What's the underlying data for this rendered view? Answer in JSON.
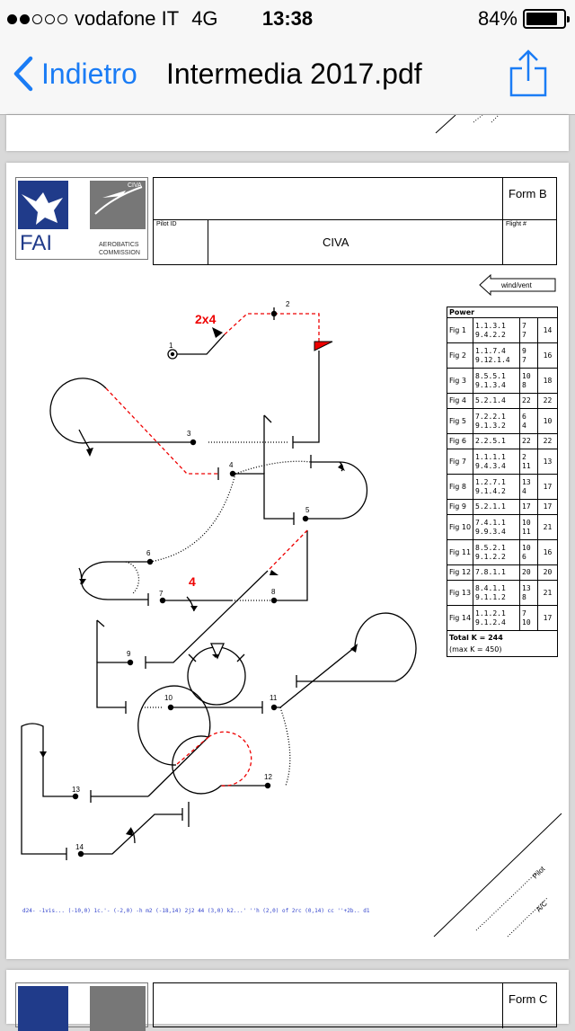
{
  "status_bar": {
    "carrier": "vodafone IT",
    "network": "4G",
    "time": "13:38",
    "battery_percent": "84%",
    "battery_level": 0.84
  },
  "nav": {
    "back_label": "Indietro",
    "title": "Intermedia 2017.pdf"
  },
  "form": {
    "form_label": "Form B",
    "next_form_label": "Form C",
    "pilot_id_label": "Pilot ID",
    "flight_label": "Flight #",
    "category": "CIVA",
    "logo": {
      "badge": "CIVA",
      "fai": "FAI",
      "line1": "AEROBATICS",
      "line2": "COMMISSION"
    },
    "wind_label": "wind/vent",
    "k_table": {
      "header": "Power",
      "rows": [
        {
          "fig": "Fig 1",
          "cat": "1.1.3.1\n9.4.2.2",
          "k": "7\n7",
          "total": "14"
        },
        {
          "fig": "Fig 2",
          "cat": "1.1.7.4\n9.12.1.4",
          "k": "9\n7",
          "total": "16"
        },
        {
          "fig": "Fig 3",
          "cat": "8.5.5.1\n9.1.3.4",
          "k": "10\n8",
          "total": "18"
        },
        {
          "fig": "Fig 4",
          "cat": "5.2.1.4",
          "k": "22",
          "total": "22"
        },
        {
          "fig": "Fig 5",
          "cat": "7.2.2.1\n9.1.3.2",
          "k": "6\n4",
          "total": "10"
        },
        {
          "fig": "Fig 6",
          "cat": "2.2.5.1",
          "k": "22",
          "total": "22"
        },
        {
          "fig": "Fig 7",
          "cat": "1.1.1.1\n9.4.3.4",
          "k": "2\n11",
          "total": "13"
        },
        {
          "fig": "Fig 8",
          "cat": "1.2.7.1\n9.1.4.2",
          "k": "13\n4",
          "total": "17"
        },
        {
          "fig": "Fig 9",
          "cat": "5.2.1.1",
          "k": "17",
          "total": "17"
        },
        {
          "fig": "Fig 10",
          "cat": "7.4.1.1\n9.9.3.4",
          "k": "10\n11",
          "total": "21"
        },
        {
          "fig": "Fig 11",
          "cat": "8.5.2.1\n9.1.2.2",
          "k": "10\n6",
          "total": "16"
        },
        {
          "fig": "Fig 12",
          "cat": "7.8.1.1",
          "k": "20",
          "total": "20"
        },
        {
          "fig": "Fig 13",
          "cat": "8.4.1.1\n9.1.1.2",
          "k": "13\n8",
          "total": "21"
        },
        {
          "fig": "Fig 14",
          "cat": "1.1.2.1\n9.1.2.4",
          "k": "7\n10",
          "total": "17"
        }
      ],
      "total_label": "Total K = 244",
      "max_label": "(max K = 450)"
    },
    "figure_numbers": [
      "1",
      "2",
      "3",
      "4",
      "5",
      "6",
      "7",
      "8",
      "9",
      "10",
      "11",
      "12",
      "13",
      "14"
    ],
    "red_annotations": [
      "2x4",
      "4"
    ],
    "signature_labels": {
      "pilot": "Pilot",
      "ac": "A/C"
    },
    "sequence_string": "d24- -1vis... (-10,0) 1c.'- (-2,0) -h m2 (-18,14) 2j2 44 (3,0) k2...' ''h (2,0) of 2rc (0,14) cc ''+2b.. d1"
  }
}
